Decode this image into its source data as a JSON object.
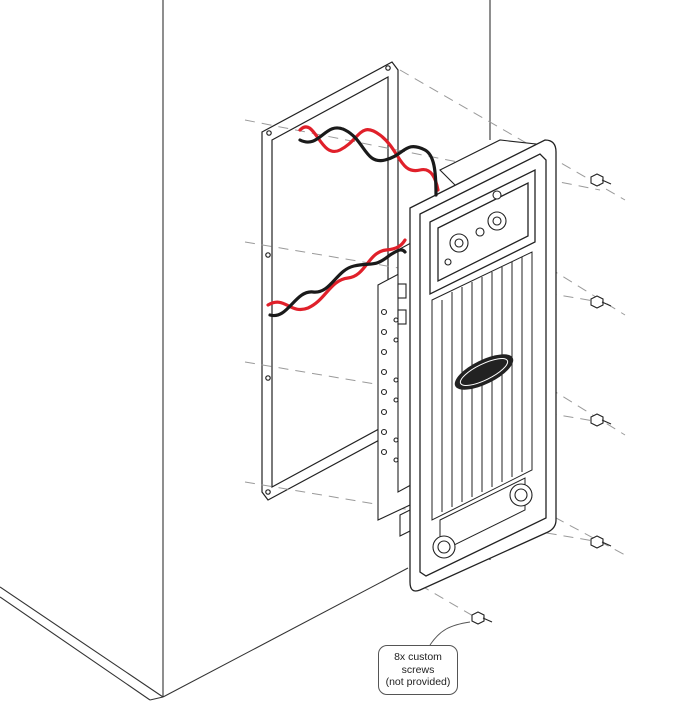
{
  "callout": {
    "line1": "8x custom",
    "line2": "screws",
    "line3": "(not provided)"
  },
  "icons": [
    "screw-icon",
    "xlr-connector-icon",
    "speaker-terminal-icon",
    "logo-badge-icon"
  ],
  "colors": {
    "outline": "#222222",
    "wire_red": "#e0202a",
    "wire_black": "#1a1a1a",
    "dash_guide": "#9a9a9a"
  }
}
